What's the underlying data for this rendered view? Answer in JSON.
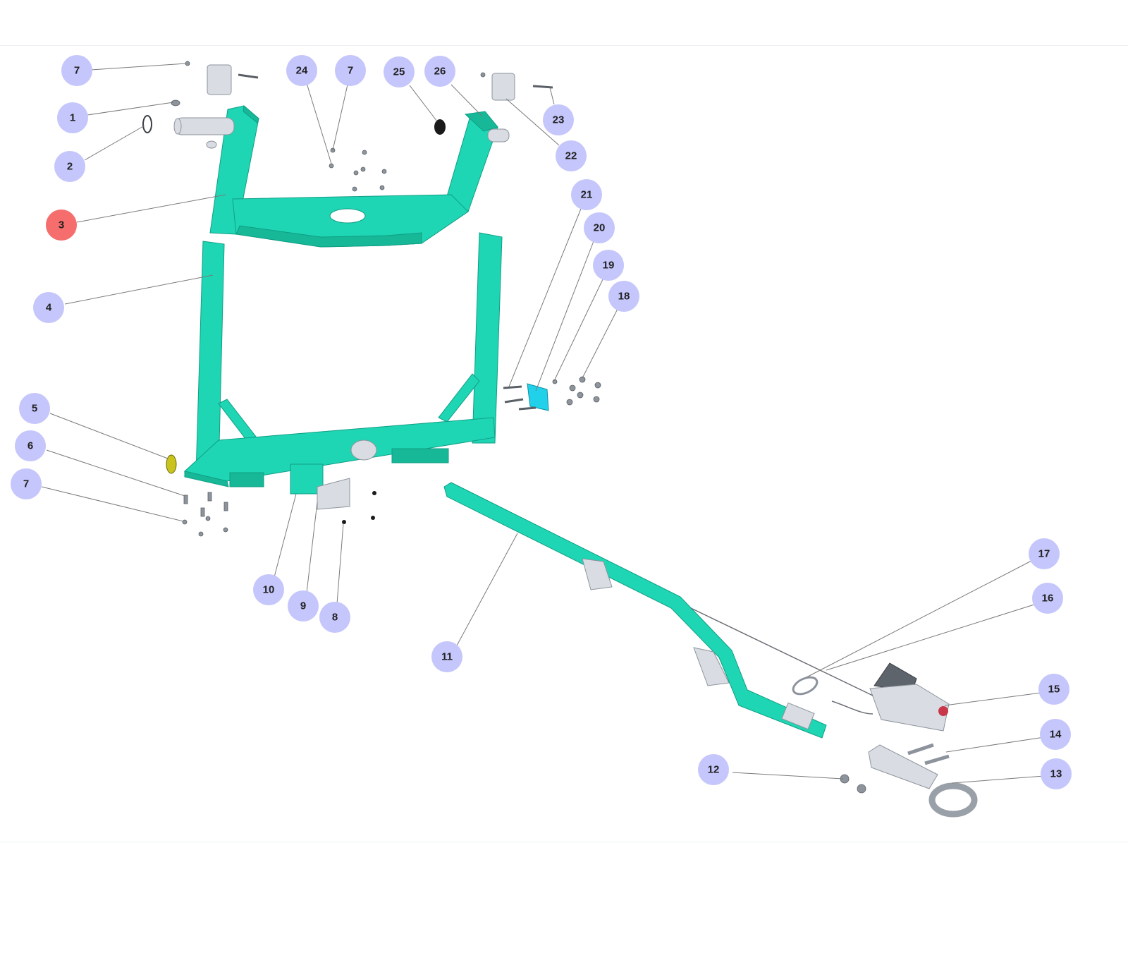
{
  "colors": {
    "callout": "#c5c6fb",
    "callout_active": "#f56d6d",
    "frame_teal": "#1fd6b4",
    "background": "#ffffff"
  },
  "active_callout": "3",
  "callouts": [
    {
      "label": "7"
    },
    {
      "label": "1"
    },
    {
      "label": "2"
    },
    {
      "label": "3"
    },
    {
      "label": "4"
    },
    {
      "label": "5"
    },
    {
      "label": "6"
    },
    {
      "label": "7"
    },
    {
      "label": "24"
    },
    {
      "label": "7"
    },
    {
      "label": "25"
    },
    {
      "label": "26"
    },
    {
      "label": "23"
    },
    {
      "label": "22"
    },
    {
      "label": "21"
    },
    {
      "label": "20"
    },
    {
      "label": "19"
    },
    {
      "label": "18"
    },
    {
      "label": "10"
    },
    {
      "label": "9"
    },
    {
      "label": "8"
    },
    {
      "label": "11"
    },
    {
      "label": "17"
    },
    {
      "label": "16"
    },
    {
      "label": "15"
    },
    {
      "label": "14"
    },
    {
      "label": "13"
    },
    {
      "label": "12"
    }
  ]
}
